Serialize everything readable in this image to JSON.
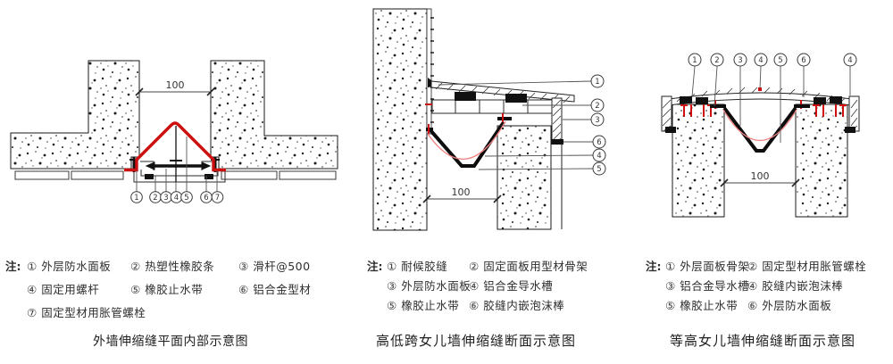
{
  "colors": {
    "waterstop_red": "#cc1010",
    "arc_pink": "#ee8080",
    "line_black": "#1a1a1a"
  },
  "diagrams": {
    "plan": {
      "dim_label": "100",
      "callouts": [
        "1",
        "2",
        "3",
        "4",
        "5",
        "6",
        "7"
      ],
      "note_prefix": "注:",
      "notes": [
        {
          "num": "①",
          "text": "外层防水面板"
        },
        {
          "num": "②",
          "text": "热塑性橡胶条"
        },
        {
          "num": "③",
          "text": "滑杆@500"
        },
        {
          "num": "④",
          "text": "固定用螺杆"
        },
        {
          "num": "⑤",
          "text": "橡胶止水带"
        },
        {
          "num": "⑥",
          "text": "铝合金型材"
        },
        {
          "num": "⑦",
          "text": "固定型材用胀管螺栓"
        }
      ],
      "caption": "外墙伸缩缝平面内部示意图"
    },
    "stepped": {
      "dim_label": "100",
      "callouts": [
        "1",
        "2",
        "3",
        "6",
        "4",
        "5"
      ],
      "note_prefix": "注:",
      "notes": [
        {
          "num": "①",
          "text": "耐候胶缝"
        },
        {
          "num": "②",
          "text": "固定面板用型材骨架"
        },
        {
          "num": "③",
          "text": "外层防水面板"
        },
        {
          "num": "④",
          "text": "铝合金导水槽"
        },
        {
          "num": "⑤",
          "text": "橡胶止水带"
        },
        {
          "num": "⑥",
          "text": "胶缝内嵌泡沫棒"
        }
      ],
      "caption": "高低跨女儿墙伸缩缝断面示意图"
    },
    "equal": {
      "dim_label": "100",
      "callouts": [
        "1",
        "2",
        "3",
        "4",
        "5",
        "6",
        "4"
      ],
      "note_prefix": "注:",
      "notes": [
        {
          "num": "①",
          "text": "外层面板骨架"
        },
        {
          "num": "②",
          "text": "固定型材用胀管螺栓"
        },
        {
          "num": "③",
          "text": "铝合金导水槽"
        },
        {
          "num": "④",
          "text": "胶缝内嵌泡沫棒"
        },
        {
          "num": "⑤",
          "text": "橡胶止水带"
        },
        {
          "num": "⑥",
          "text": "外层防水面板"
        }
      ],
      "caption": "等高女儿墙伸缩缝断面示意图"
    }
  }
}
